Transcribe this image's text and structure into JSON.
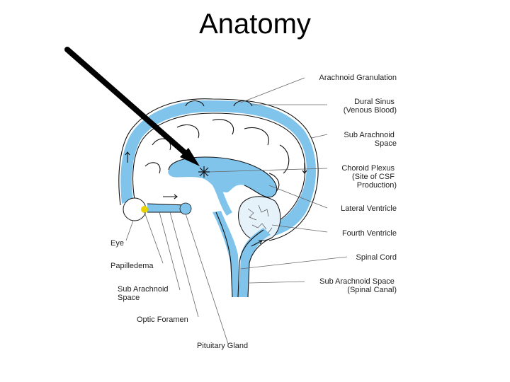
{
  "slide": {
    "title": "Anatomy"
  },
  "colors": {
    "csf": "#80c4ec",
    "pointer_arrow": "#000000",
    "eye_marker": "#e8d200"
  },
  "labels_right": [
    {
      "id": "arachnoid-granulation",
      "lines": [
        "Arachnoid Granulation"
      ]
    },
    {
      "id": "dural-sinus",
      "lines": [
        "Dural Sinus",
        "(Venous Blood)"
      ]
    },
    {
      "id": "sub-arachnoid-space",
      "lines": [
        "Sub Arachnoid",
        "Space"
      ]
    },
    {
      "id": "choroid-plexus",
      "lines": [
        "Choroid Plexus",
        "(Site of CSF",
        "Production)"
      ]
    },
    {
      "id": "lateral-ventricle",
      "lines": [
        "Lateral Ventricle"
      ]
    },
    {
      "id": "fourth-ventricle",
      "lines": [
        "Fourth Ventricle"
      ]
    },
    {
      "id": "spinal-cord",
      "lines": [
        "Spinal Cord"
      ]
    },
    {
      "id": "sub-arachnoid-space-spinal",
      "lines": [
        "Sub Arachnoid Space",
        "(Spinal Canal)"
      ]
    }
  ],
  "labels_left": [
    {
      "id": "eye",
      "lines": [
        "Eye"
      ]
    },
    {
      "id": "papilledema",
      "lines": [
        "Papilledema"
      ]
    },
    {
      "id": "sub-arachnoid-space-left",
      "lines": [
        "Sub Arachnoid",
        "Space"
      ]
    },
    {
      "id": "optic-foramen",
      "lines": [
        "Optic Foramen"
      ]
    },
    {
      "id": "pituitary-gland",
      "lines": [
        "Pituitary Gland"
      ]
    }
  ]
}
